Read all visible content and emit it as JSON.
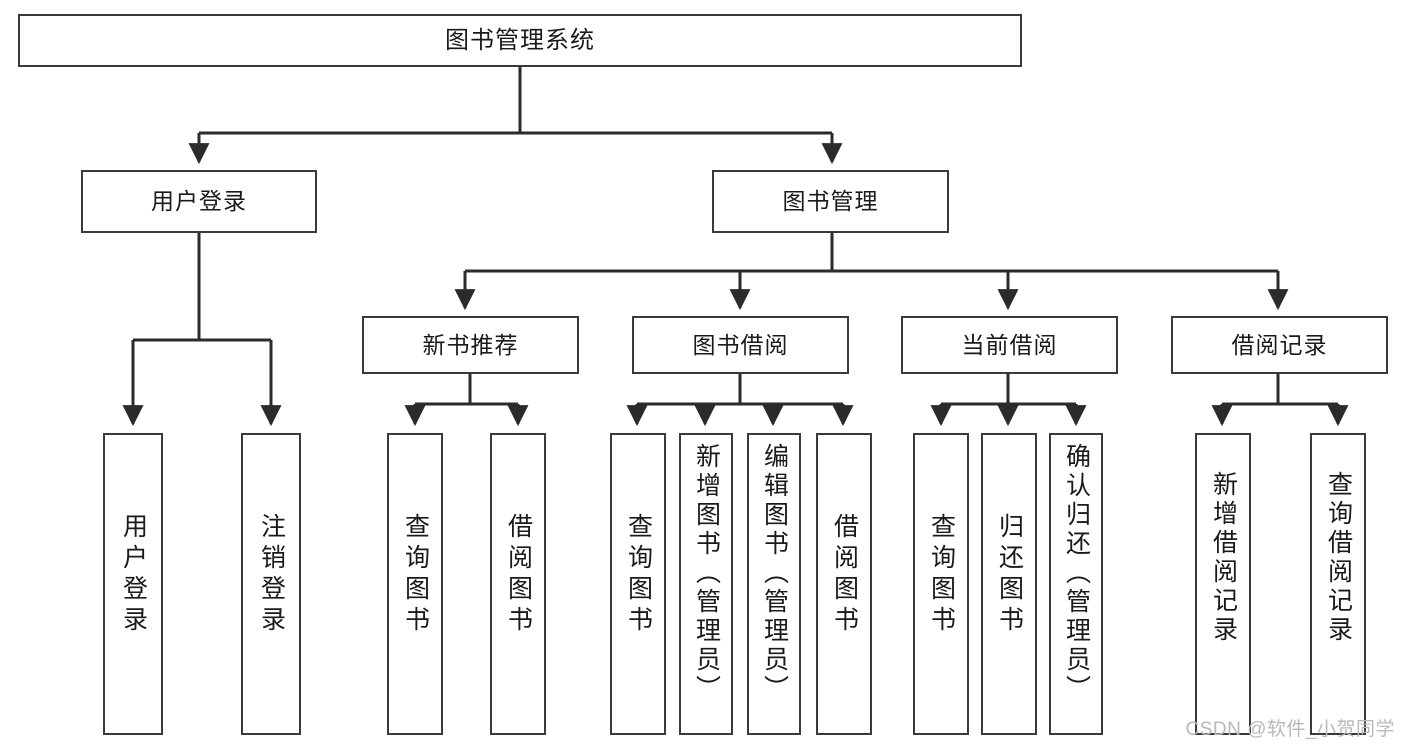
{
  "diagram": {
    "title": "图书管理系统",
    "type": "tree",
    "watermark": "CSDN @软件_小贺同学",
    "colors": {
      "box_border": "#3a3a3a",
      "box_fill": "#ffffff",
      "edge": "#2b2b2b",
      "text": "#1a1a1a",
      "watermark": "#b9b9b9",
      "background": "#ffffff"
    },
    "levels": {
      "level0": [
        "图书管理系统"
      ],
      "level1": [
        "用户登录",
        "图书管理"
      ],
      "level2": [
        "新书推荐",
        "图书借阅",
        "当前借阅",
        "借阅记录"
      ],
      "level3": [
        "用户登录",
        "注销登录",
        "查询图书",
        "借阅图书",
        "查询图书",
        "新增图书（管理员）",
        "编辑图书（管理员）",
        "借阅图书",
        "查询图书",
        "归还图书",
        "确认归还（管理员）",
        "新增借阅记录",
        "查询借阅记录"
      ]
    },
    "nodes": {
      "root": {
        "label": "图书管理系统"
      },
      "user_login": {
        "label": "用户登录"
      },
      "book_manage": {
        "label": "图书管理"
      },
      "new_book_rec": {
        "label": "新书推荐"
      },
      "book_borrow": {
        "label": "图书借阅"
      },
      "current_borrow": {
        "label": "当前借阅"
      },
      "borrow_record": {
        "label": "借阅记录"
      },
      "leaf_user_login": {
        "label": "用户登录"
      },
      "leaf_logout": {
        "label": "注销登录"
      },
      "leaf_query_book_1": {
        "label": "查询图书"
      },
      "leaf_borrow_book_1": {
        "label": "借阅图书"
      },
      "leaf_query_book_2": {
        "label": "查询图书"
      },
      "leaf_add_book_admin": {
        "label": "新增图书（管理员）"
      },
      "leaf_edit_book_admin": {
        "label": "编辑图书（管理员）"
      },
      "leaf_borrow_book_2": {
        "label": "借阅图书"
      },
      "leaf_query_book_3": {
        "label": "查询图书"
      },
      "leaf_return_book": {
        "label": "归还图书"
      },
      "leaf_confirm_return_admin": {
        "label": "确认归还（管理员）"
      },
      "leaf_add_record": {
        "label": "新增借阅记录"
      },
      "leaf_query_record": {
        "label": "查询借阅记录"
      }
    },
    "edges": [
      {
        "from": "root",
        "to": "user_login"
      },
      {
        "from": "root",
        "to": "book_manage"
      },
      {
        "from": "user_login",
        "to": "leaf_user_login"
      },
      {
        "from": "user_login",
        "to": "leaf_logout"
      },
      {
        "from": "book_manage",
        "to": "new_book_rec"
      },
      {
        "from": "book_manage",
        "to": "book_borrow"
      },
      {
        "from": "book_manage",
        "to": "current_borrow"
      },
      {
        "from": "book_manage",
        "to": "borrow_record"
      },
      {
        "from": "new_book_rec",
        "to": "leaf_query_book_1"
      },
      {
        "from": "new_book_rec",
        "to": "leaf_borrow_book_1"
      },
      {
        "from": "book_borrow",
        "to": "leaf_query_book_2"
      },
      {
        "from": "book_borrow",
        "to": "leaf_add_book_admin"
      },
      {
        "from": "book_borrow",
        "to": "leaf_edit_book_admin"
      },
      {
        "from": "book_borrow",
        "to": "leaf_borrow_book_2"
      },
      {
        "from": "current_borrow",
        "to": "leaf_query_book_3"
      },
      {
        "from": "current_borrow",
        "to": "leaf_return_book"
      },
      {
        "from": "current_borrow",
        "to": "leaf_confirm_return_admin"
      },
      {
        "from": "borrow_record",
        "to": "leaf_add_record"
      },
      {
        "from": "borrow_record",
        "to": "leaf_query_record"
      }
    ]
  }
}
